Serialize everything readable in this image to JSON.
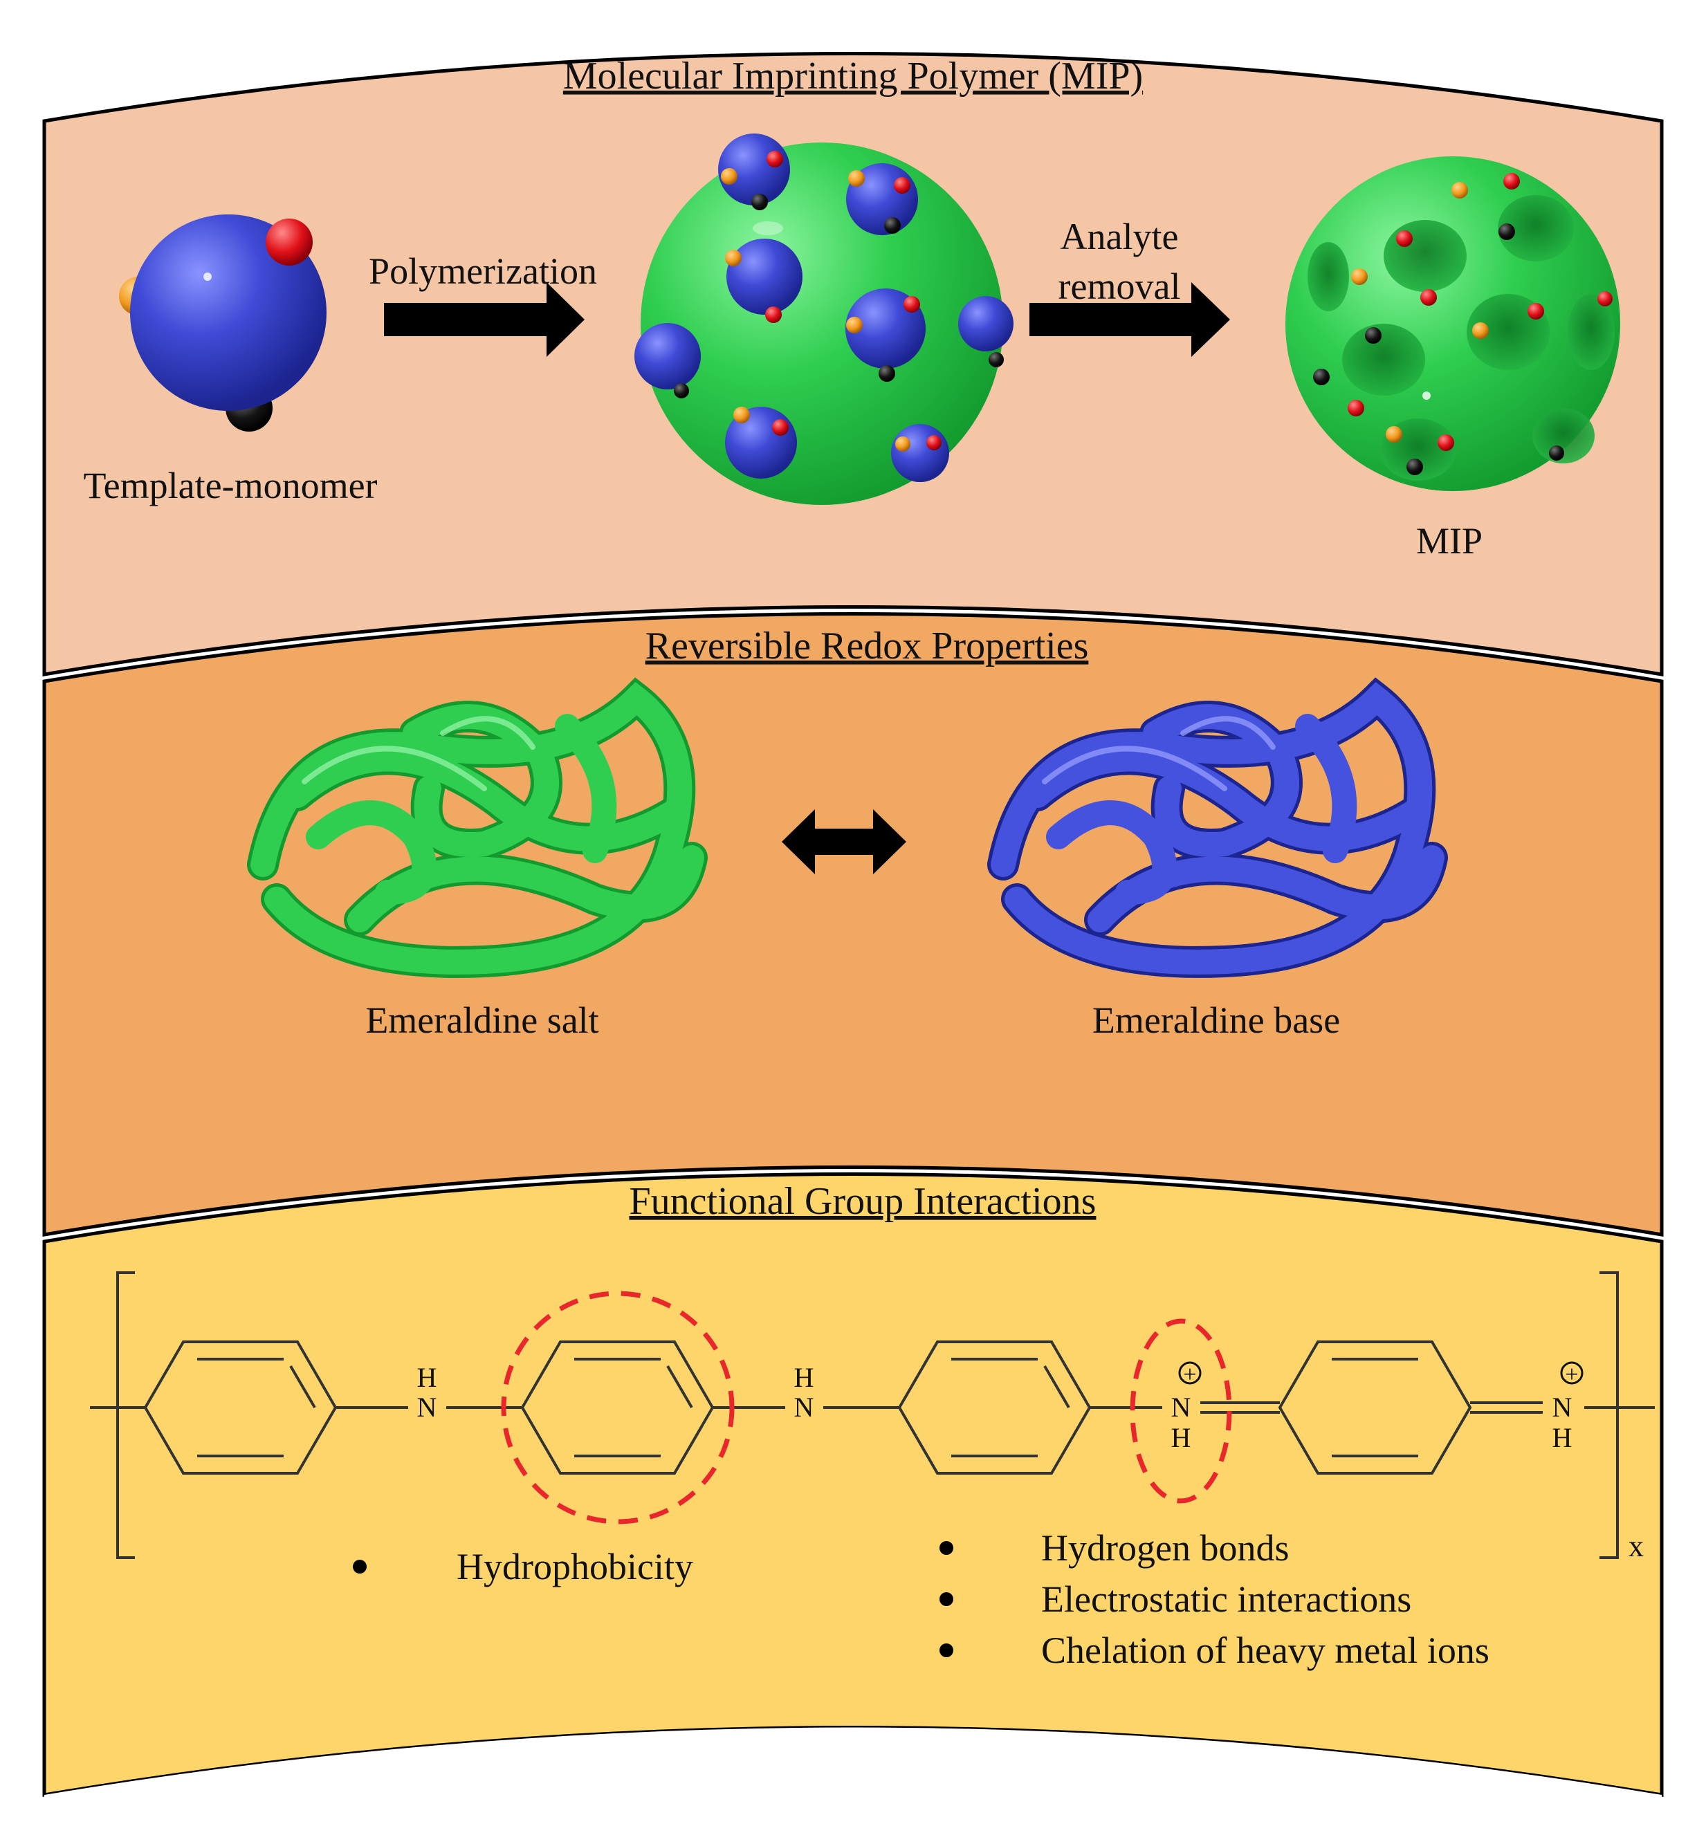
{
  "colors": {
    "panel1": "#F5C6A5",
    "panel2": "#F0A862",
    "panel3": "#FDD56A",
    "green": "#2FCE50",
    "blue": "#3F4BD6",
    "arrow": "#000000",
    "dashed_highlight": "#E8262B"
  },
  "panel_mip": {
    "title": "Molecular Imprinting Polymer (MIP)",
    "template_label": "Template-monomer",
    "step1_label": "Polymerization",
    "step2_label_line1": "Analyte",
    "step2_label_line2": "removal",
    "result_label": "MIP"
  },
  "panel_redox": {
    "title": "Reversible Redox Properties",
    "left_label": "Emeraldine salt",
    "right_label": "Emeraldine base"
  },
  "panel_functional": {
    "title": "Functional Group Interactions",
    "structure": {
      "atom_n": "N",
      "atom_h": "H",
      "charge": "+",
      "repeat_subscript": "x"
    },
    "left_bullets": [
      "Hydrophobicity"
    ],
    "right_bullets": [
      "Hydrogen bonds",
      "Electrostatic interactions",
      "Chelation of heavy metal ions"
    ]
  }
}
